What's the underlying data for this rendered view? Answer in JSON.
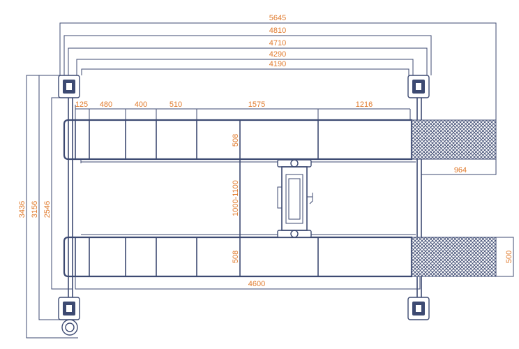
{
  "dimensions": {
    "overall_width": "5645",
    "width_4810": "4810",
    "width_4710": "4710",
    "width_4290": "4290",
    "width_4190": "4190",
    "seg_125": "125",
    "seg_480": "480",
    "seg_400": "400",
    "seg_510": "510",
    "seg_1575": "1575",
    "seg_1216": "1216",
    "runway_width_top": "508",
    "runway_gap": "1000-1100",
    "runway_width_bottom": "508",
    "ramp_length": "964",
    "ramp_width": "500",
    "runway_length": "4600",
    "height_3436": "3436",
    "height_3156": "3156",
    "height_2546": "2546"
  },
  "colors": {
    "line": "#3d4a72",
    "dimension_text": "#e07a2c"
  }
}
